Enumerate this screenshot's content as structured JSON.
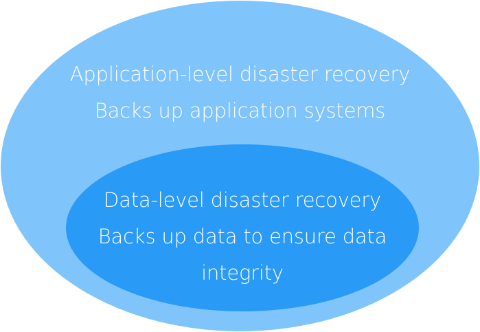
{
  "outer": {
    "title": "Application-level disaster recovery",
    "description": "Backs up application systems",
    "color": "#80c4fc"
  },
  "inner": {
    "title": "Data-level disaster recovery",
    "description": "Backs up data to ensure data integrity",
    "color": "#2a9af7"
  }
}
